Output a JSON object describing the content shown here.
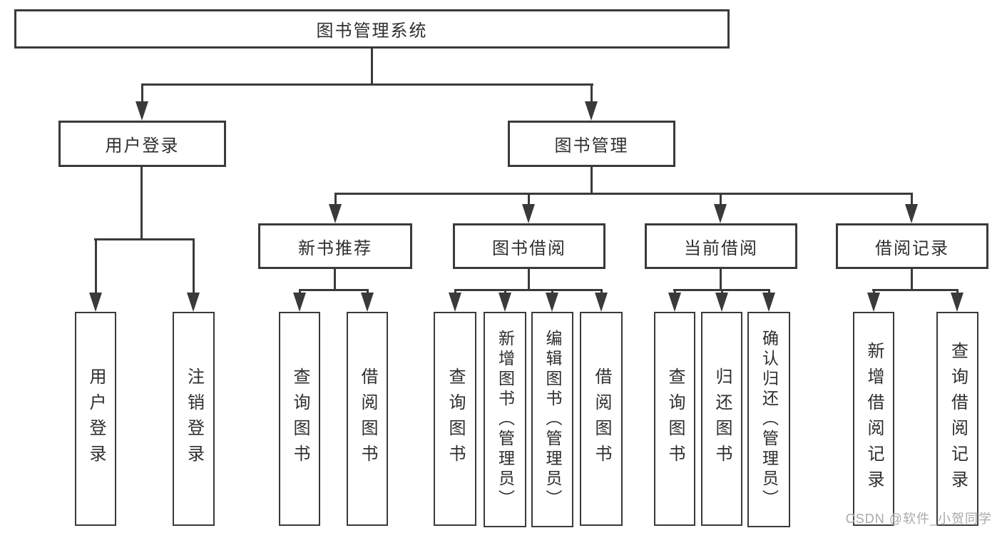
{
  "diagram": {
    "root_label": "图书管理系统",
    "level2": [
      {
        "label": "用户登录",
        "children": [
          "用户登录",
          "注销登录"
        ]
      },
      {
        "label": "图书管理",
        "sections": [
          {
            "label": "新书推荐",
            "children": [
              "查询图书",
              "借阅图书"
            ]
          },
          {
            "label": "图书借阅",
            "children": [
              "查询图书",
              "新增图书（管理员）",
              "编辑图书（管理员）",
              "借阅图书"
            ]
          },
          {
            "label": "当前借阅",
            "children": [
              "查询图书",
              "归还图书",
              "确认归还（管理员）"
            ]
          },
          {
            "label": "借阅记录",
            "children": [
              "新增借阅记录",
              "查询借阅记录"
            ]
          }
        ]
      }
    ]
  },
  "watermark": {
    "text": "CSDN @软件_小贺同学"
  },
  "colors": {
    "line": "#3a3a3a",
    "text": "#2e2e2e",
    "watermark": "#a9a9a9",
    "background": "#ffffff"
  }
}
